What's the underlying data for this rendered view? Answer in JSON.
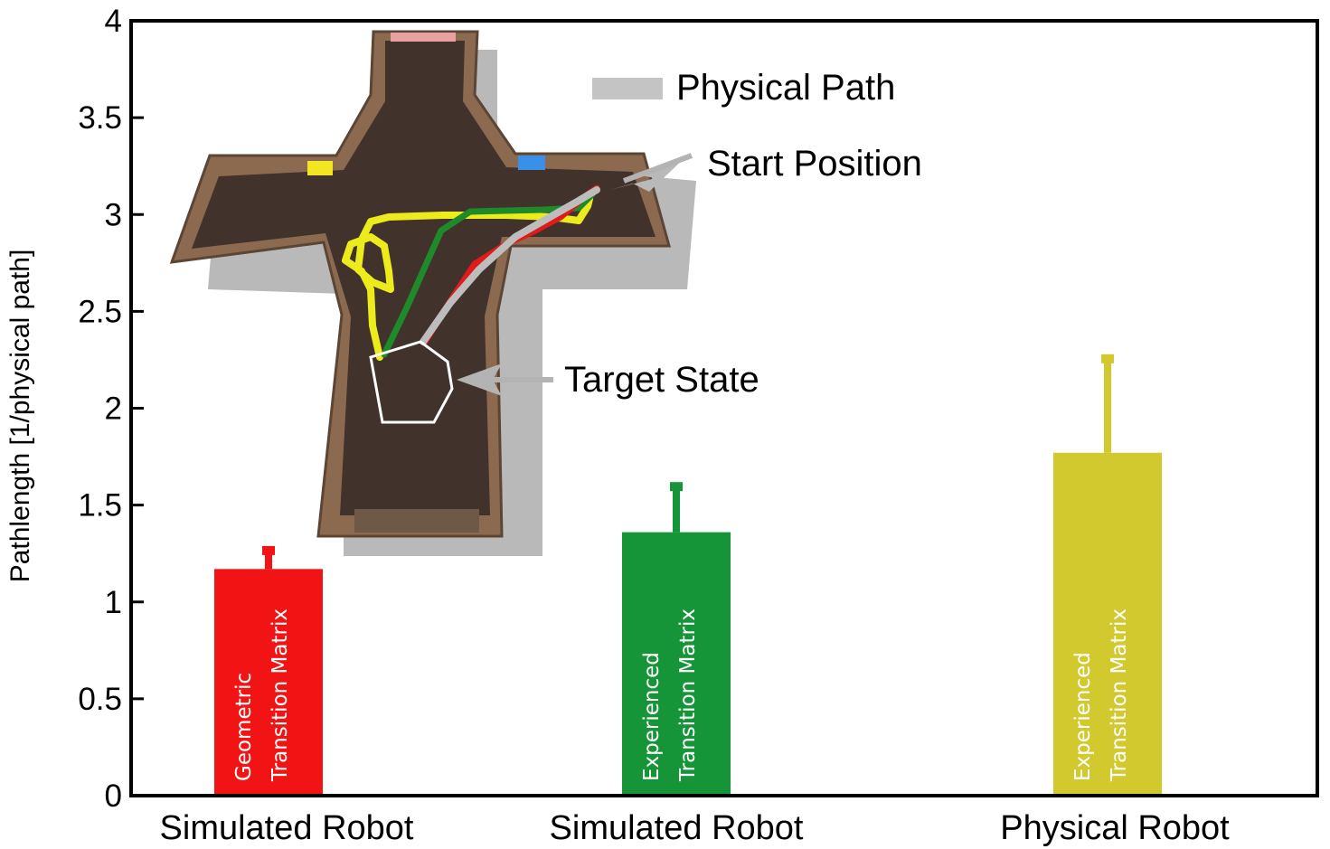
{
  "chart_data": {
    "type": "bar",
    "categories": [
      "Simulated Robot",
      "Simulated Robot",
      "Physical Robot"
    ],
    "values": [
      1.17,
      1.36,
      1.77
    ],
    "error_upper": [
      1.27,
      1.6,
      2.26
    ],
    "bar_colors": [
      "#f21414",
      "#169438",
      "#d2c92e"
    ],
    "bar_text": [
      [
        "Geometric",
        "Transition Matrix"
      ],
      [
        "Experienced",
        "Transition Matrix"
      ],
      [
        "Experienced",
        "Transition Matrix"
      ]
    ],
    "ylabel": "Pathlength [1/physical path]",
    "ylim": [
      0,
      4
    ],
    "yticks": [
      "0",
      "0.5",
      "1",
      "1.5",
      "2",
      "2.5",
      "3",
      "3.5",
      "4"
    ],
    "grid": false,
    "legend": "top-center",
    "annotations": {
      "legend_label": "Physical Path",
      "start": "Start Position",
      "target": "Target State"
    },
    "inset": {
      "image": "cross-shaped-arena-photo",
      "paths": [
        {
          "color": "#e8e81a"
        },
        {
          "color": "#1a8a2a"
        },
        {
          "color": "#e01818"
        },
        {
          "color": "#bdbdbd"
        }
      ]
    }
  }
}
